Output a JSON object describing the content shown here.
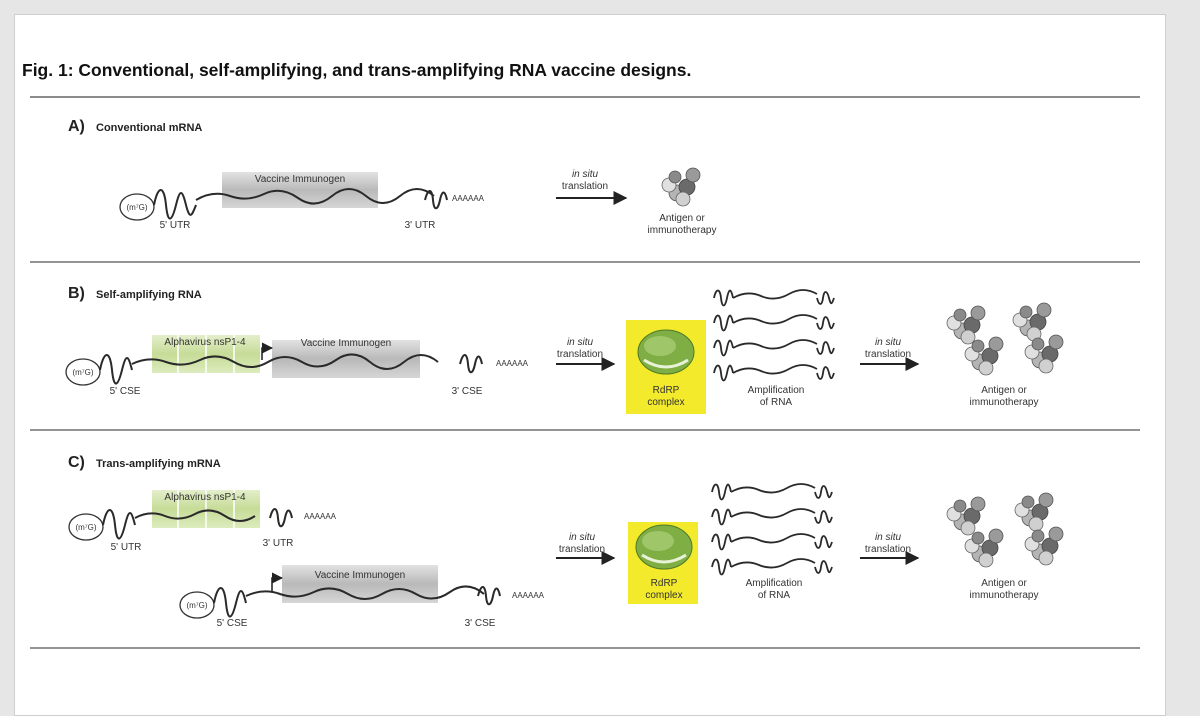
{
  "figure": {
    "title": "Fig. 1: Conventional, self-amplifying, and trans-amplifying RNA vaccine designs."
  },
  "panels": {
    "a": {
      "letter": "A)",
      "name": "Conventional mRNA",
      "cap": "(m⁷G)",
      "immunogen": "Vaccine Immunogen",
      "utr5": "5' UTR",
      "utr3": "3' UTR",
      "polyA": "AAAAAA",
      "arrow_italic": "in situ",
      "arrow_text": "translation",
      "result_line1": "Antigen or",
      "result_line2": "immunotherapy"
    },
    "b": {
      "letter": "B)",
      "name": "Self-amplifying RNA",
      "cap": "(m⁷G)",
      "replicase": "Alphavirus nsP1-4",
      "immunogen": "Vaccine Immunogen",
      "cse5": "5' CSE",
      "cse3": "3' CSE",
      "polyA": "AAAAAA",
      "arrow1_italic": "in situ",
      "arrow1_text": "translation",
      "rdrp_line1": "RdRP",
      "rdrp_line2": "complex",
      "amp_line1": "Amplification",
      "amp_line2": "of RNA",
      "arrow2_italic": "in situ",
      "arrow2_text": "translation",
      "result_line1": "Antigen or",
      "result_line2": "immunotherapy"
    },
    "c": {
      "letter": "C)",
      "name": "Trans-amplifying mRNA",
      "cap": "(m⁷G)",
      "replicase": "Alphavirus nsP1-4",
      "utr5": "5' UTR",
      "utr3": "3' UTR",
      "immunogen": "Vaccine Immunogen",
      "cse5": "5' CSE",
      "cse3": "3' CSE",
      "polyA": "AAAAAA",
      "arrow1_italic": "in situ",
      "arrow1_text": "translation",
      "rdrp_line1": "RdRP",
      "rdrp_line2": "complex",
      "amp_line1": "Amplification",
      "amp_line2": "of RNA",
      "arrow2_italic": "in situ",
      "arrow2_text": "translation",
      "result_line1": "Antigen or",
      "result_line2": "immunotherapy"
    }
  },
  "colors": {
    "highlight": "#f2ea2a",
    "rna_line": "#2a2a2a",
    "immunogen_box": "#bdbdbd",
    "replicase_box": "#cfe3a6",
    "rdrp_green": "#7fae45",
    "rule": "#555555"
  }
}
